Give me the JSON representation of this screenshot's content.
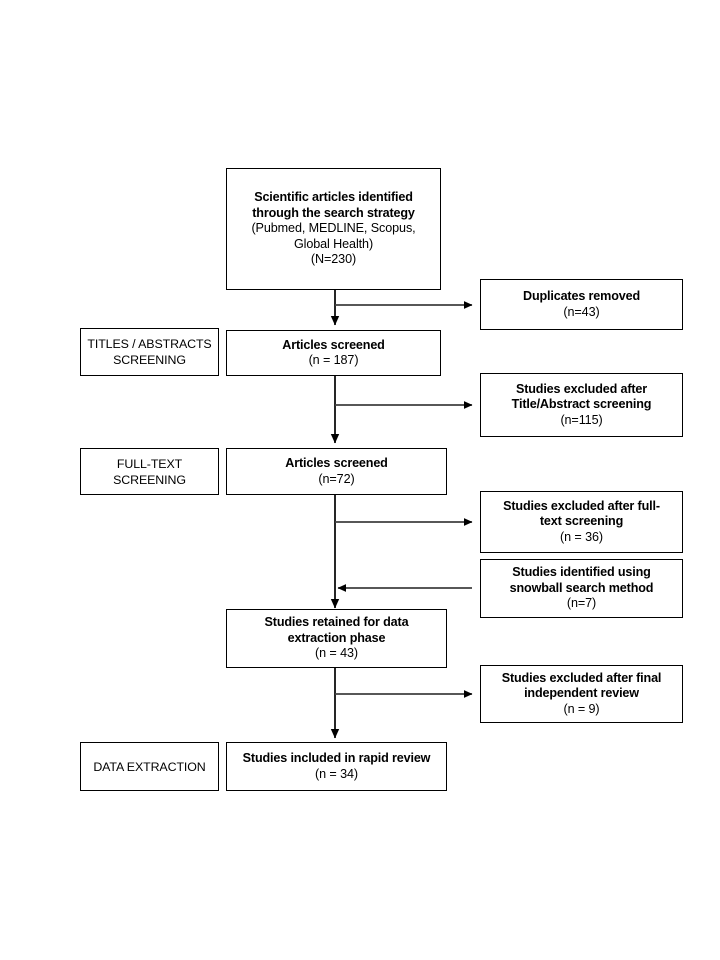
{
  "diagram": {
    "type": "prisma-flow-diagram",
    "stroke_color": "#000000",
    "background_color": "#ffffff",
    "stage_labels": [
      {
        "id": "titles-abstracts",
        "lines": [
          "TITLES / ABSTRACTS",
          "SCREENING"
        ]
      },
      {
        "id": "full-text",
        "lines": [
          "FULL-TEXT",
          "SCREENING"
        ]
      },
      {
        "id": "data-extraction",
        "lines": [
          "DATA EXTRACTION"
        ]
      }
    ],
    "boxes": {
      "identification": {
        "bold_lines": [
          "Scientific articles identified",
          "through the search strategy"
        ],
        "plain_lines": [
          "(Pubmed, MEDLINE, Scopus,",
          "Global Health)",
          "(N=230)"
        ],
        "count": "N=230"
      },
      "duplicates_removed": {
        "bold_lines": [
          "Duplicates removed"
        ],
        "plain_lines": [
          "(n=43)"
        ],
        "count": "n=43"
      },
      "articles_screened_titles": {
        "bold_lines": [
          "Articles screened"
        ],
        "plain_lines": [
          "(n = 187)"
        ],
        "count": "n = 187"
      },
      "excluded_title_abstract": {
        "bold_lines": [
          "Studies excluded after",
          "Title/Abstract screening"
        ],
        "plain_lines": [
          "(n=115)"
        ],
        "count": "n=115"
      },
      "articles_screened_fulltext": {
        "bold_lines": [
          "Articles screened"
        ],
        "plain_lines": [
          "(n=72)"
        ],
        "count": "n=72"
      },
      "excluded_fulltext": {
        "bold_lines": [
          "Studies excluded after full-",
          "text screening"
        ],
        "plain_lines": [
          "(n = 36)"
        ],
        "count": "n = 36"
      },
      "snowball_identified": {
        "bold_lines": [
          "Studies identified using",
          "snowball search method"
        ],
        "plain_lines": [
          "(n=7)"
        ],
        "count": "n=7"
      },
      "retained_for_extraction": {
        "bold_lines": [
          "Studies retained for data",
          "extraction phase"
        ],
        "plain_lines": [
          "(n = 43)"
        ],
        "count": "n = 43"
      },
      "excluded_final_review": {
        "bold_lines": [
          "Studies excluded after final",
          "independent review"
        ],
        "plain_lines": [
          "(n = 9)"
        ],
        "count": "n = 9"
      },
      "included_rapid_review": {
        "bold_lines": [
          "Studies included in rapid review"
        ],
        "plain_lines": [
          "(n = 34)"
        ],
        "count": "n = 34"
      }
    }
  }
}
